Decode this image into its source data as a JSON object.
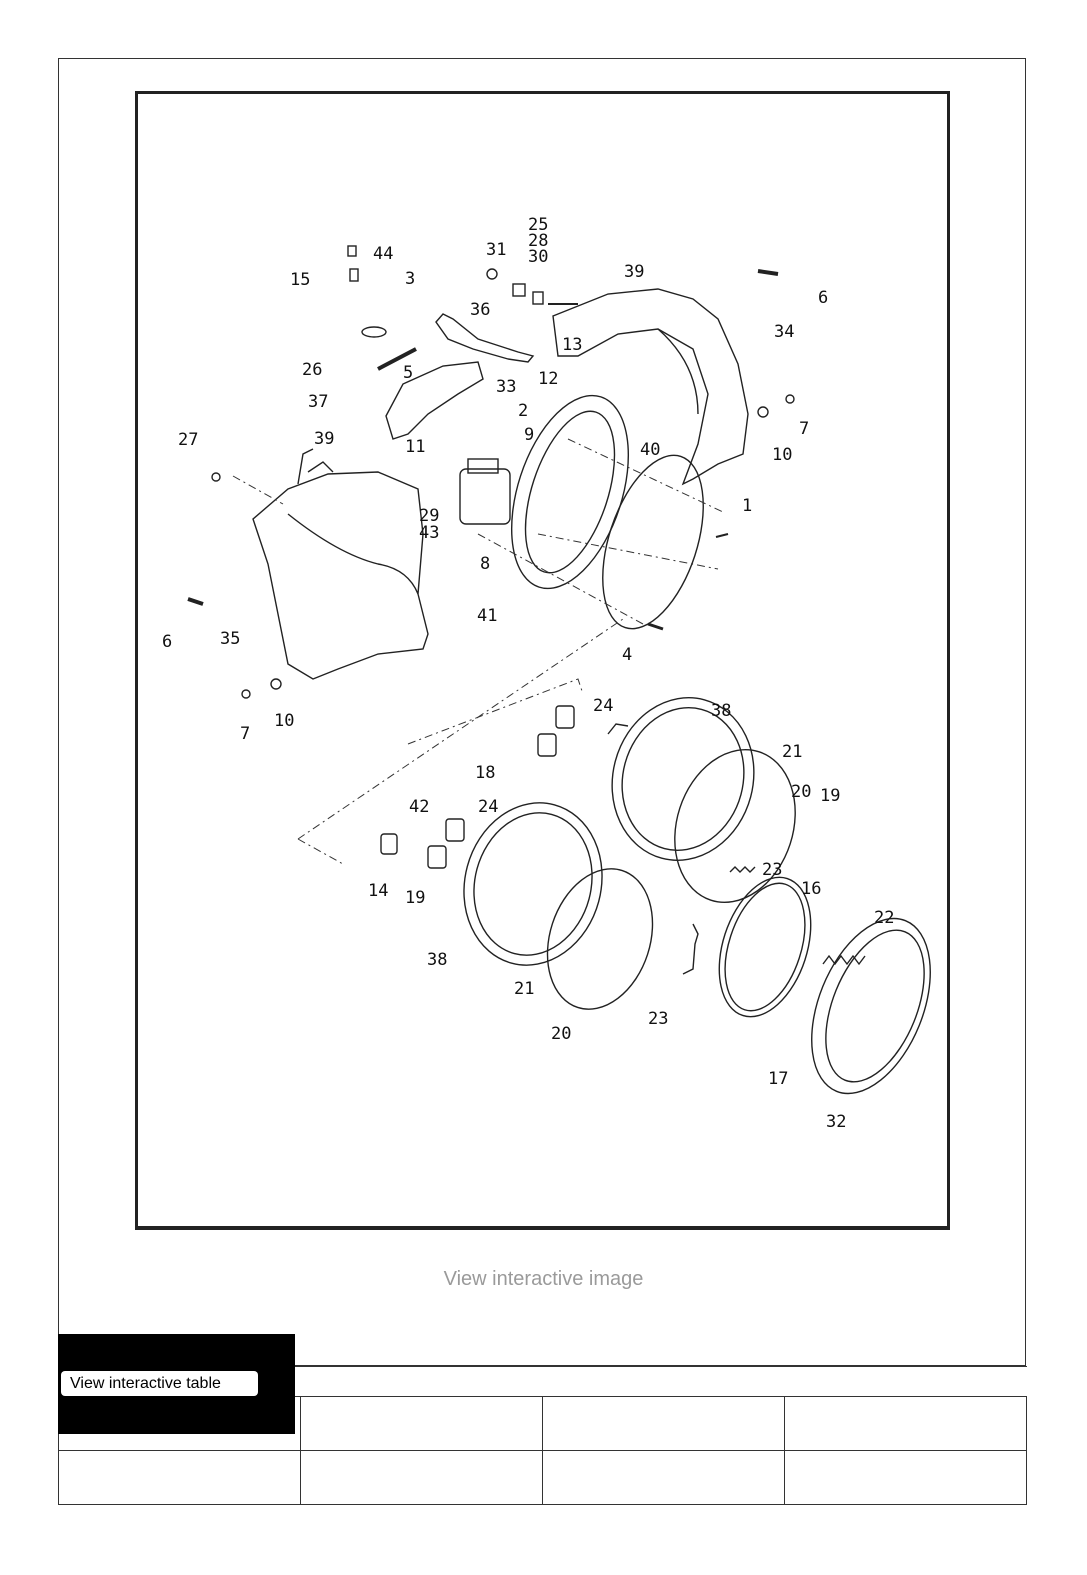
{
  "figure": {
    "callouts": [
      "1",
      "2",
      "3",
      "4",
      "5",
      "6",
      "6",
      "7",
      "7",
      "8",
      "9",
      "10",
      "10",
      "11",
      "12",
      "13",
      "14",
      "15",
      "16",
      "17",
      "18",
      "19",
      "19",
      "20",
      "20",
      "21",
      "21",
      "22",
      "23",
      "23",
      "24",
      "24",
      "25",
      "26",
      "27",
      "28",
      "29",
      "30",
      "31",
      "32",
      "33",
      "34",
      "35",
      "36",
      "37",
      "38",
      "38",
      "39",
      "39",
      "40",
      "41",
      "42",
      "43",
      "44"
    ]
  },
  "view_image_label": "View interactive image",
  "view_table_label": "View interactive table",
  "table": {
    "rows": [
      [
        "",
        "",
        "",
        ""
      ],
      [
        "",
        "",
        "",
        ""
      ]
    ]
  }
}
